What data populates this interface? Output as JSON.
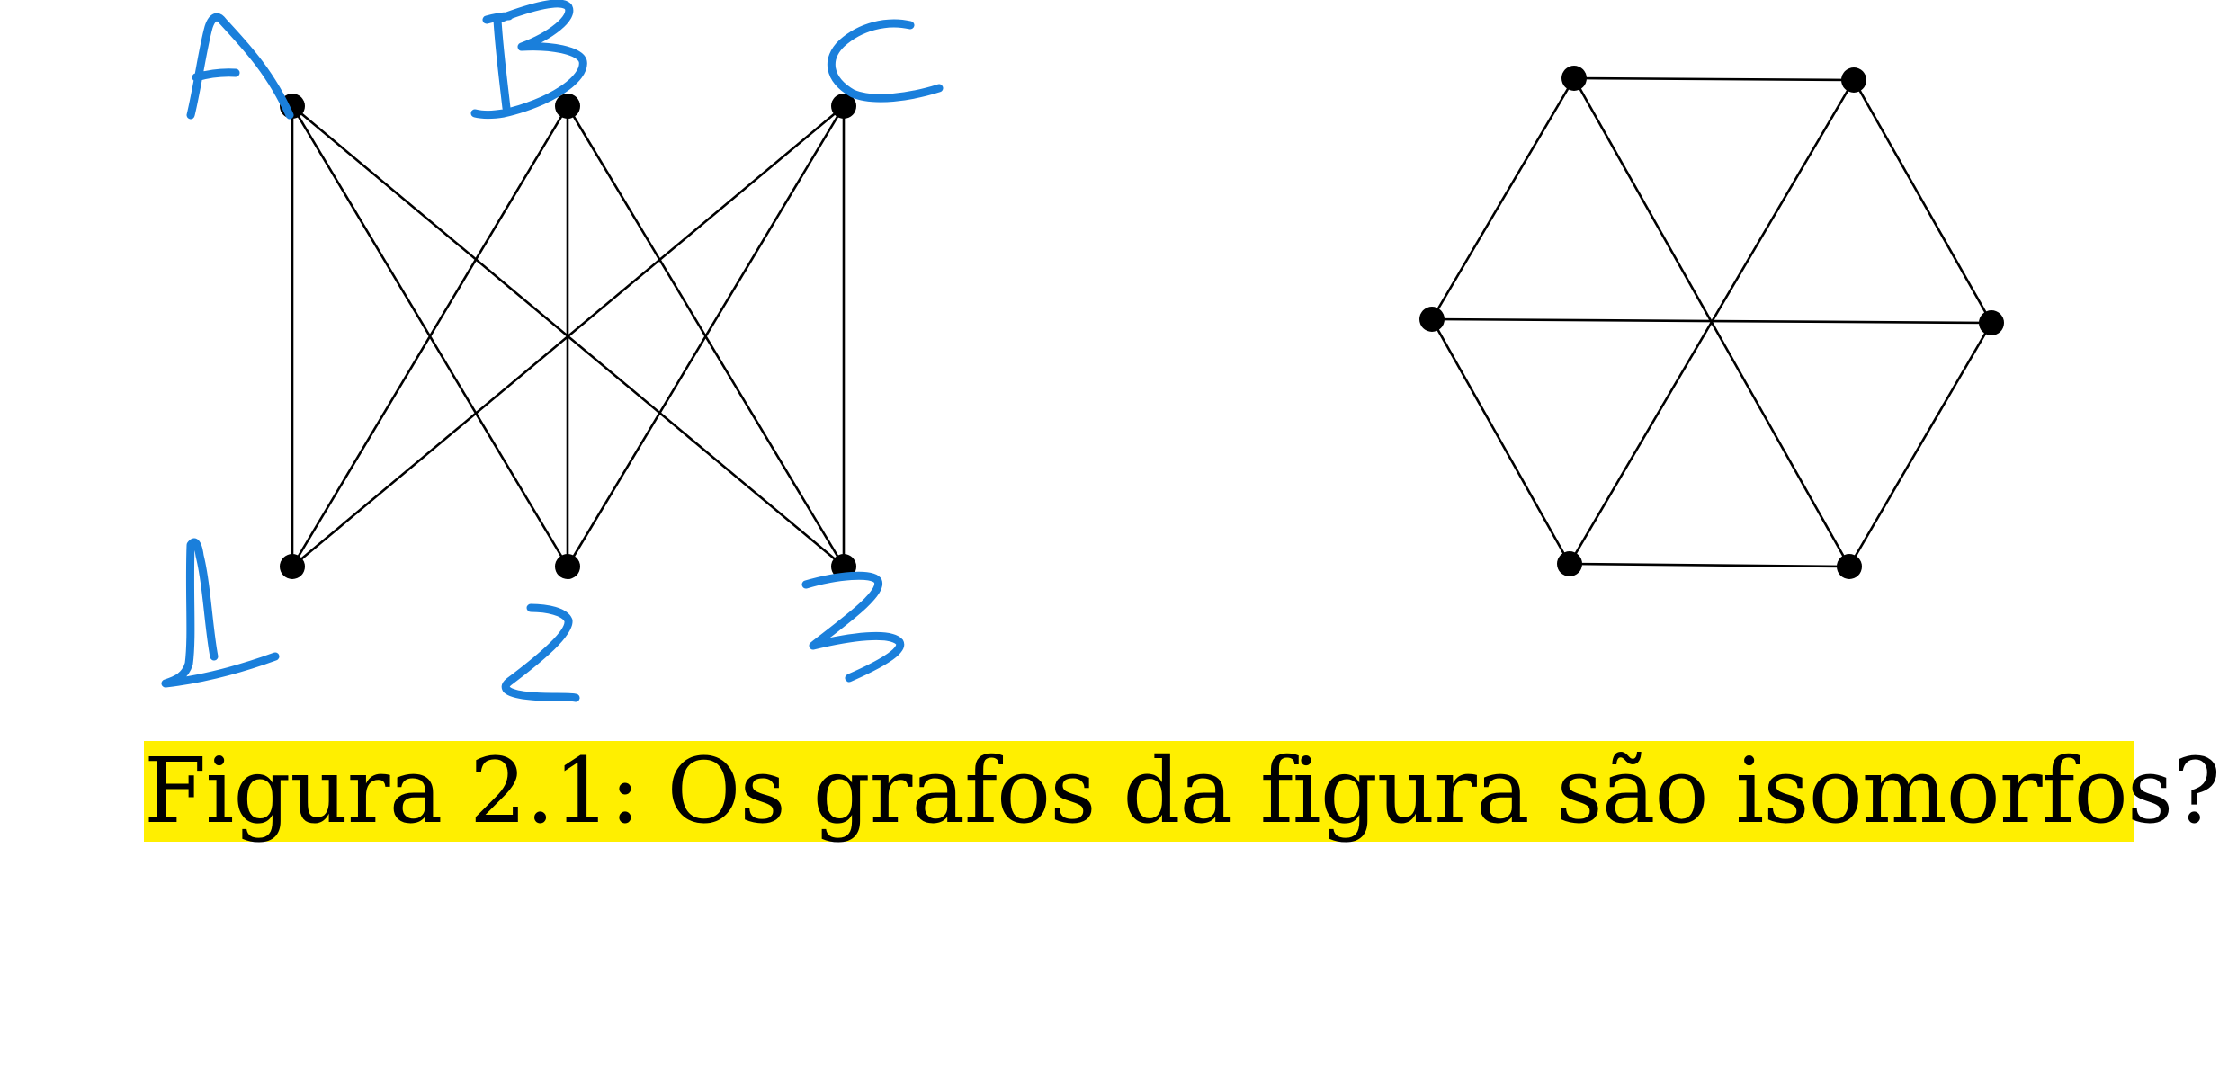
{
  "caption": {
    "text": "Figura 2.1: Os grafos da figura são isomorfos?",
    "highlight_color": "#ffef00"
  },
  "colors": {
    "edges": "#000000",
    "nodes": "#000000",
    "handwriting": "#1a7fdb"
  },
  "graph_left": {
    "name": "K3,3 bipartite drawing",
    "top_labels": [
      "A",
      "B",
      "C"
    ],
    "bottom_labels": [
      "1",
      "2",
      "3"
    ],
    "edges": [
      [
        "A",
        "1"
      ],
      [
        "A",
        "2"
      ],
      [
        "A",
        "3"
      ],
      [
        "B",
        "1"
      ],
      [
        "B",
        "2"
      ],
      [
        "B",
        "3"
      ],
      [
        "C",
        "1"
      ],
      [
        "C",
        "2"
      ],
      [
        "C",
        "3"
      ]
    ]
  },
  "graph_right": {
    "name": "hexagon with long diagonals",
    "edges": [
      [
        "h0",
        "h1"
      ],
      [
        "h1",
        "h2"
      ],
      [
        "h2",
        "h3"
      ],
      [
        "h3",
        "h4"
      ],
      [
        "h4",
        "h5"
      ],
      [
        "h5",
        "h0"
      ],
      [
        "h0",
        "h3"
      ],
      [
        "h1",
        "h4"
      ],
      [
        "h2",
        "h5"
      ]
    ]
  }
}
